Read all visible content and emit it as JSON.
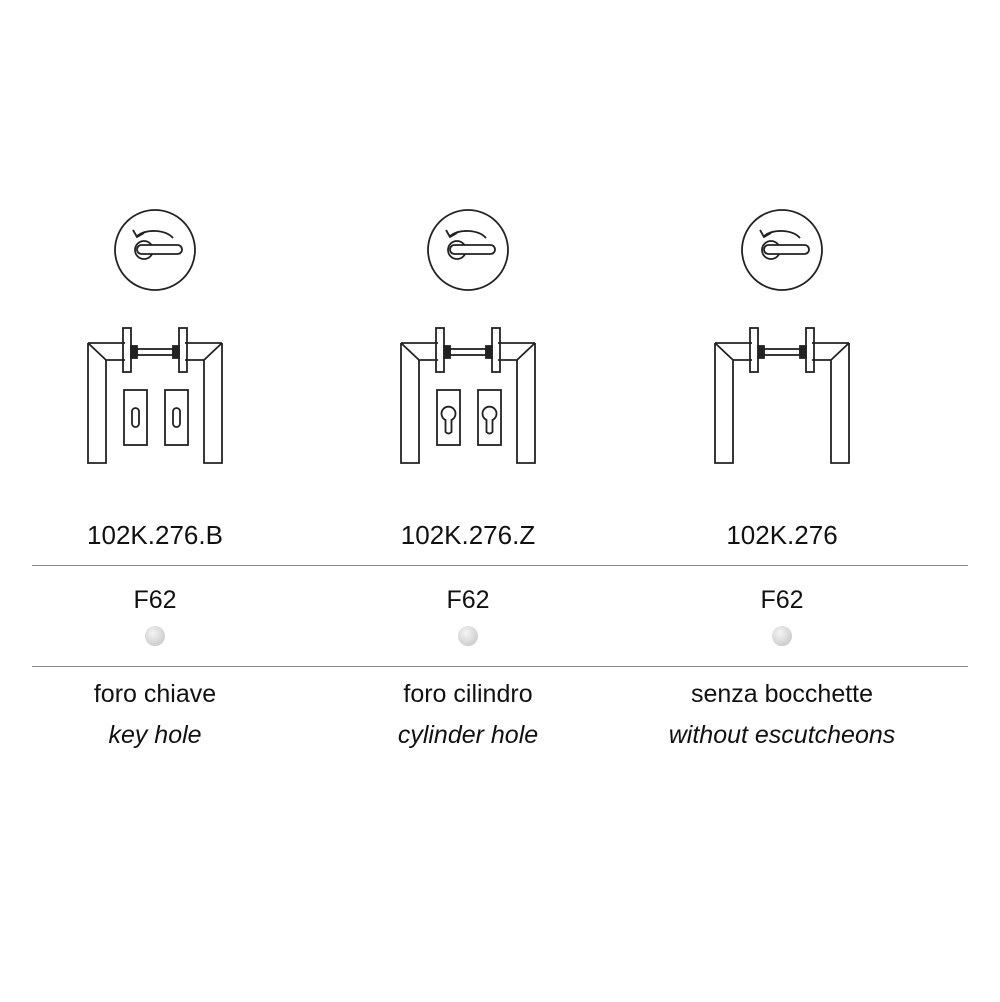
{
  "products": [
    {
      "code": "102K.276.B",
      "finish": "F62",
      "finish_color": "#d6d6d6",
      "label_it": "foro chiave",
      "label_en": "key hole",
      "escutcheon": "key"
    },
    {
      "code": "102K.276.Z",
      "finish": "F62",
      "finish_color": "#d6d6d6",
      "label_it": "foro cilindro",
      "label_en": "cylinder hole",
      "escutcheon": "cylinder"
    },
    {
      "code": "102K.276",
      "finish": "F62",
      "finish_color": "#d6d6d6",
      "label_it": "senza bocchette",
      "label_en": "without  escutcheons",
      "escutcheon": "none"
    }
  ]
}
